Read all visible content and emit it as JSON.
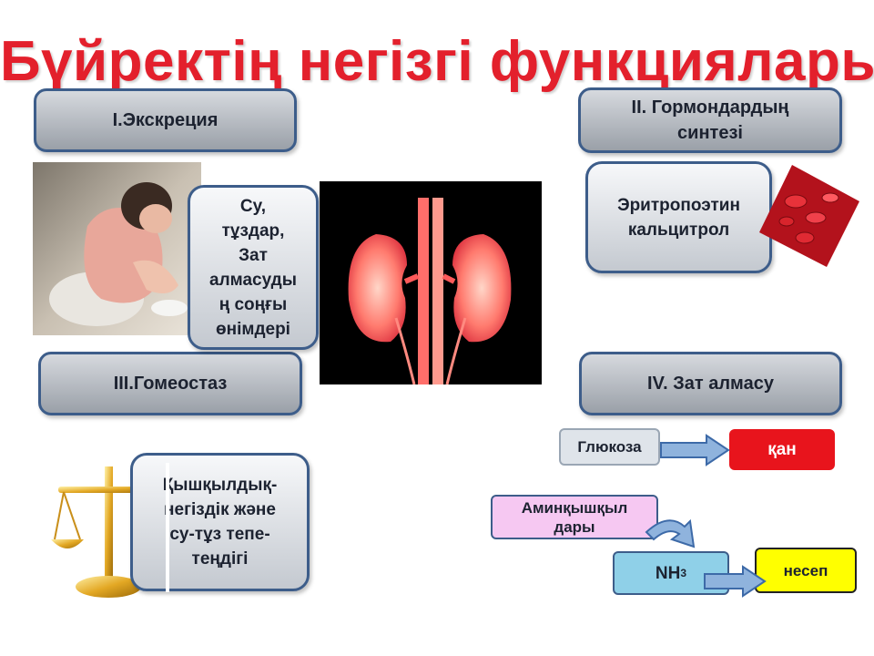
{
  "slide": {
    "title": "Бүйректің негізгі функциялары",
    "sections": {
      "excretion": "I.Экскреция",
      "hormones": "II. Гормондардың синтезі",
      "homeostasis": "III.Гомеостаз",
      "metabolism": "IV. Зат алмасу"
    },
    "excretion_products": [
      "Су,",
      "тұздар,",
      "Зат",
      "алмасуды",
      "ң соңғы",
      "өнімдері"
    ],
    "hormones_list": [
      "Эритропоэтин",
      "кальцитрол"
    ],
    "balance": [
      "Қышқылдық-",
      "негіздік және",
      "су-тұз тепе-",
      "теңдігі"
    ],
    "metabolism_flow": {
      "glucose": "Глюкоза",
      "blood": "қан",
      "amino_acids": [
        "Аминқышқыл",
        "дары"
      ],
      "ammonia": "NH",
      "ammonia_sub": "3",
      "urine": "несеп"
    }
  },
  "colors": {
    "title": "#e3202c",
    "blood_box": "#e8141c",
    "urine_box": "#ffff00",
    "amino_box": "#f6c8f2",
    "ammonia_box": "#8fd0e8",
    "glucose_box": "#dfe4ea",
    "arrow_fill": "#8fb3dd",
    "arrow_stroke": "#3d6aa8"
  },
  "icons": [
    "child-photo",
    "kidney-illustration",
    "red-blood-cells-illustration",
    "scales-icon"
  ]
}
